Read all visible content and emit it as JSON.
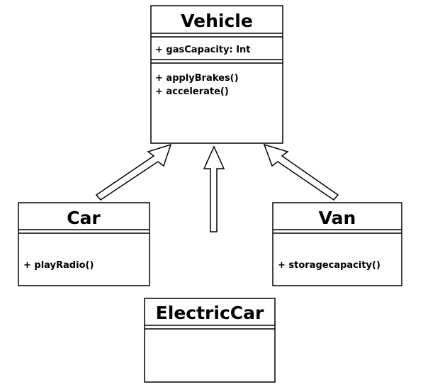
{
  "diagram": {
    "classes": {
      "vehicle": {
        "name": "Vehicle",
        "attributes": [
          "+ gasCapacity: Int"
        ],
        "methods": [
          "+ applyBrakes()",
          "+ accelerate()"
        ]
      },
      "car": {
        "name": "Car",
        "attributes": [],
        "methods": [
          "+ playRadio()"
        ]
      },
      "van": {
        "name": "Van",
        "attributes": [],
        "methods": [
          "+ storagecapacity()"
        ]
      },
      "electric_car": {
        "name": "ElectricCar",
        "attributes": [],
        "methods": []
      }
    },
    "relationships": [
      {
        "type": "generalization",
        "from": "Car",
        "to": "Vehicle"
      },
      {
        "type": "generalization",
        "from": "ElectricCar",
        "to": "Vehicle"
      },
      {
        "type": "generalization",
        "from": "Van",
        "to": "Vehicle"
      }
    ]
  }
}
